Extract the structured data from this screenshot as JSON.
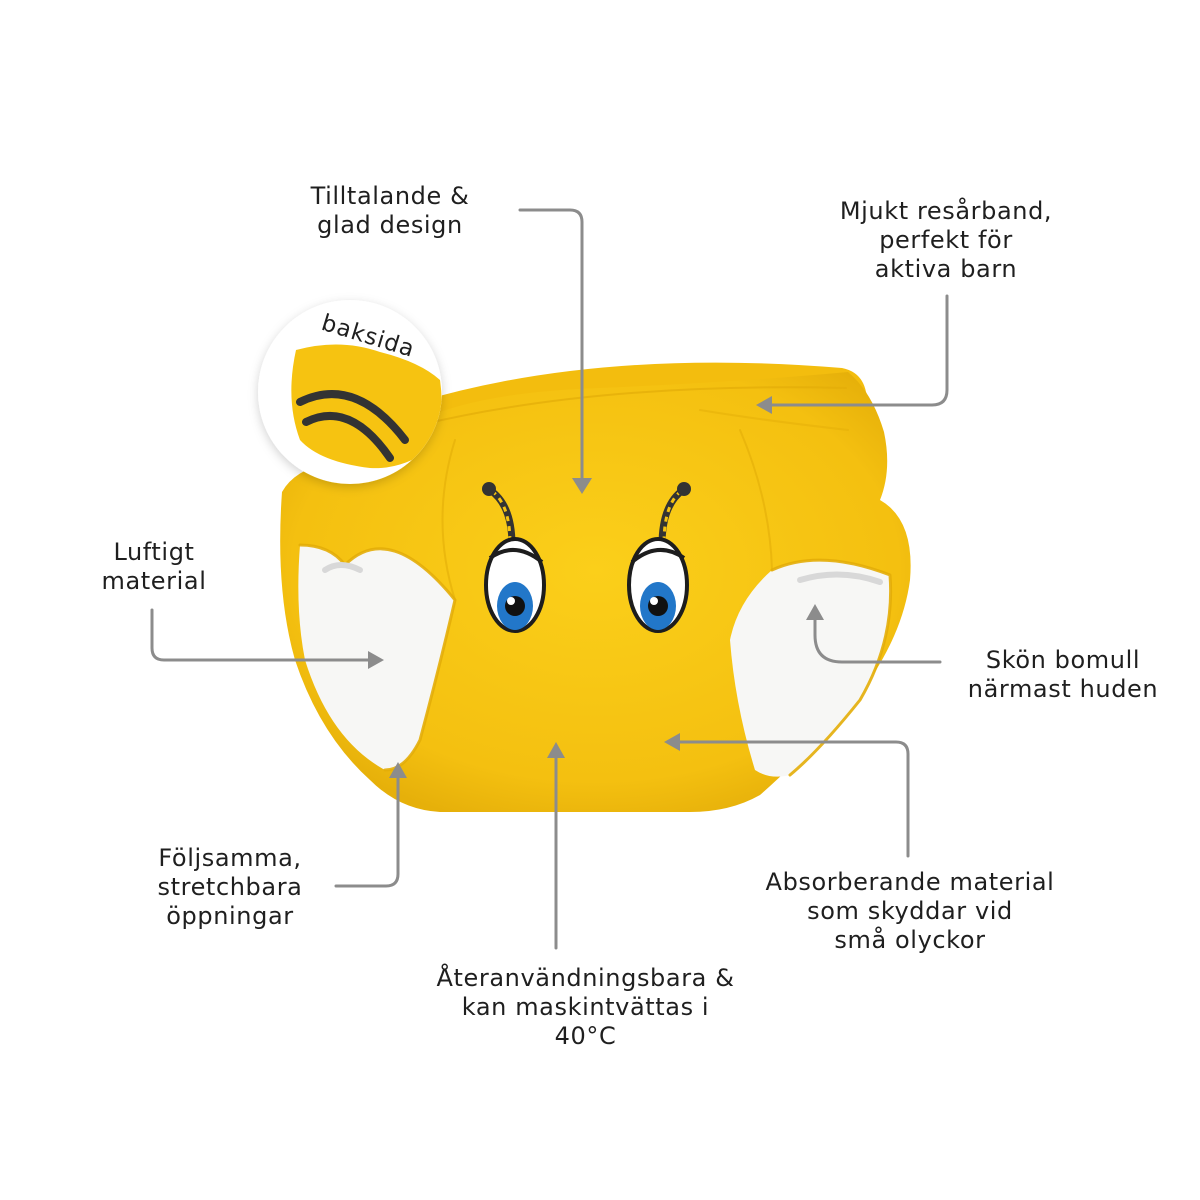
{
  "inset": {
    "label": "baksida"
  },
  "callouts": {
    "design": [
      "Tilltalande &",
      "glad design"
    ],
    "waistband": [
      "Mjukt resårband,",
      "perfekt för",
      "aktiva barn"
    ],
    "airy": [
      "Luftigt",
      "material"
    ],
    "cotton": [
      "Skön bomull",
      "närmast huden"
    ],
    "openings": [
      "Följsamma,",
      "stretchbara",
      "öppningar"
    ],
    "absorbent": [
      "Absorberande material",
      "som skyddar vid",
      "små olyckor"
    ],
    "reusable": [
      "Återanvändningsbara &",
      "kan maskintvättas i",
      "40°C"
    ]
  },
  "colors": {
    "fabric_yellow": "#f6c311",
    "fabric_shadow": "#e3ad08",
    "lining_white": "#f7f7f5",
    "callout_gray": "#8c8c8c",
    "text": "#1f1f1f",
    "iris_blue": "#2277c9",
    "stripe_dark": "#333333"
  }
}
